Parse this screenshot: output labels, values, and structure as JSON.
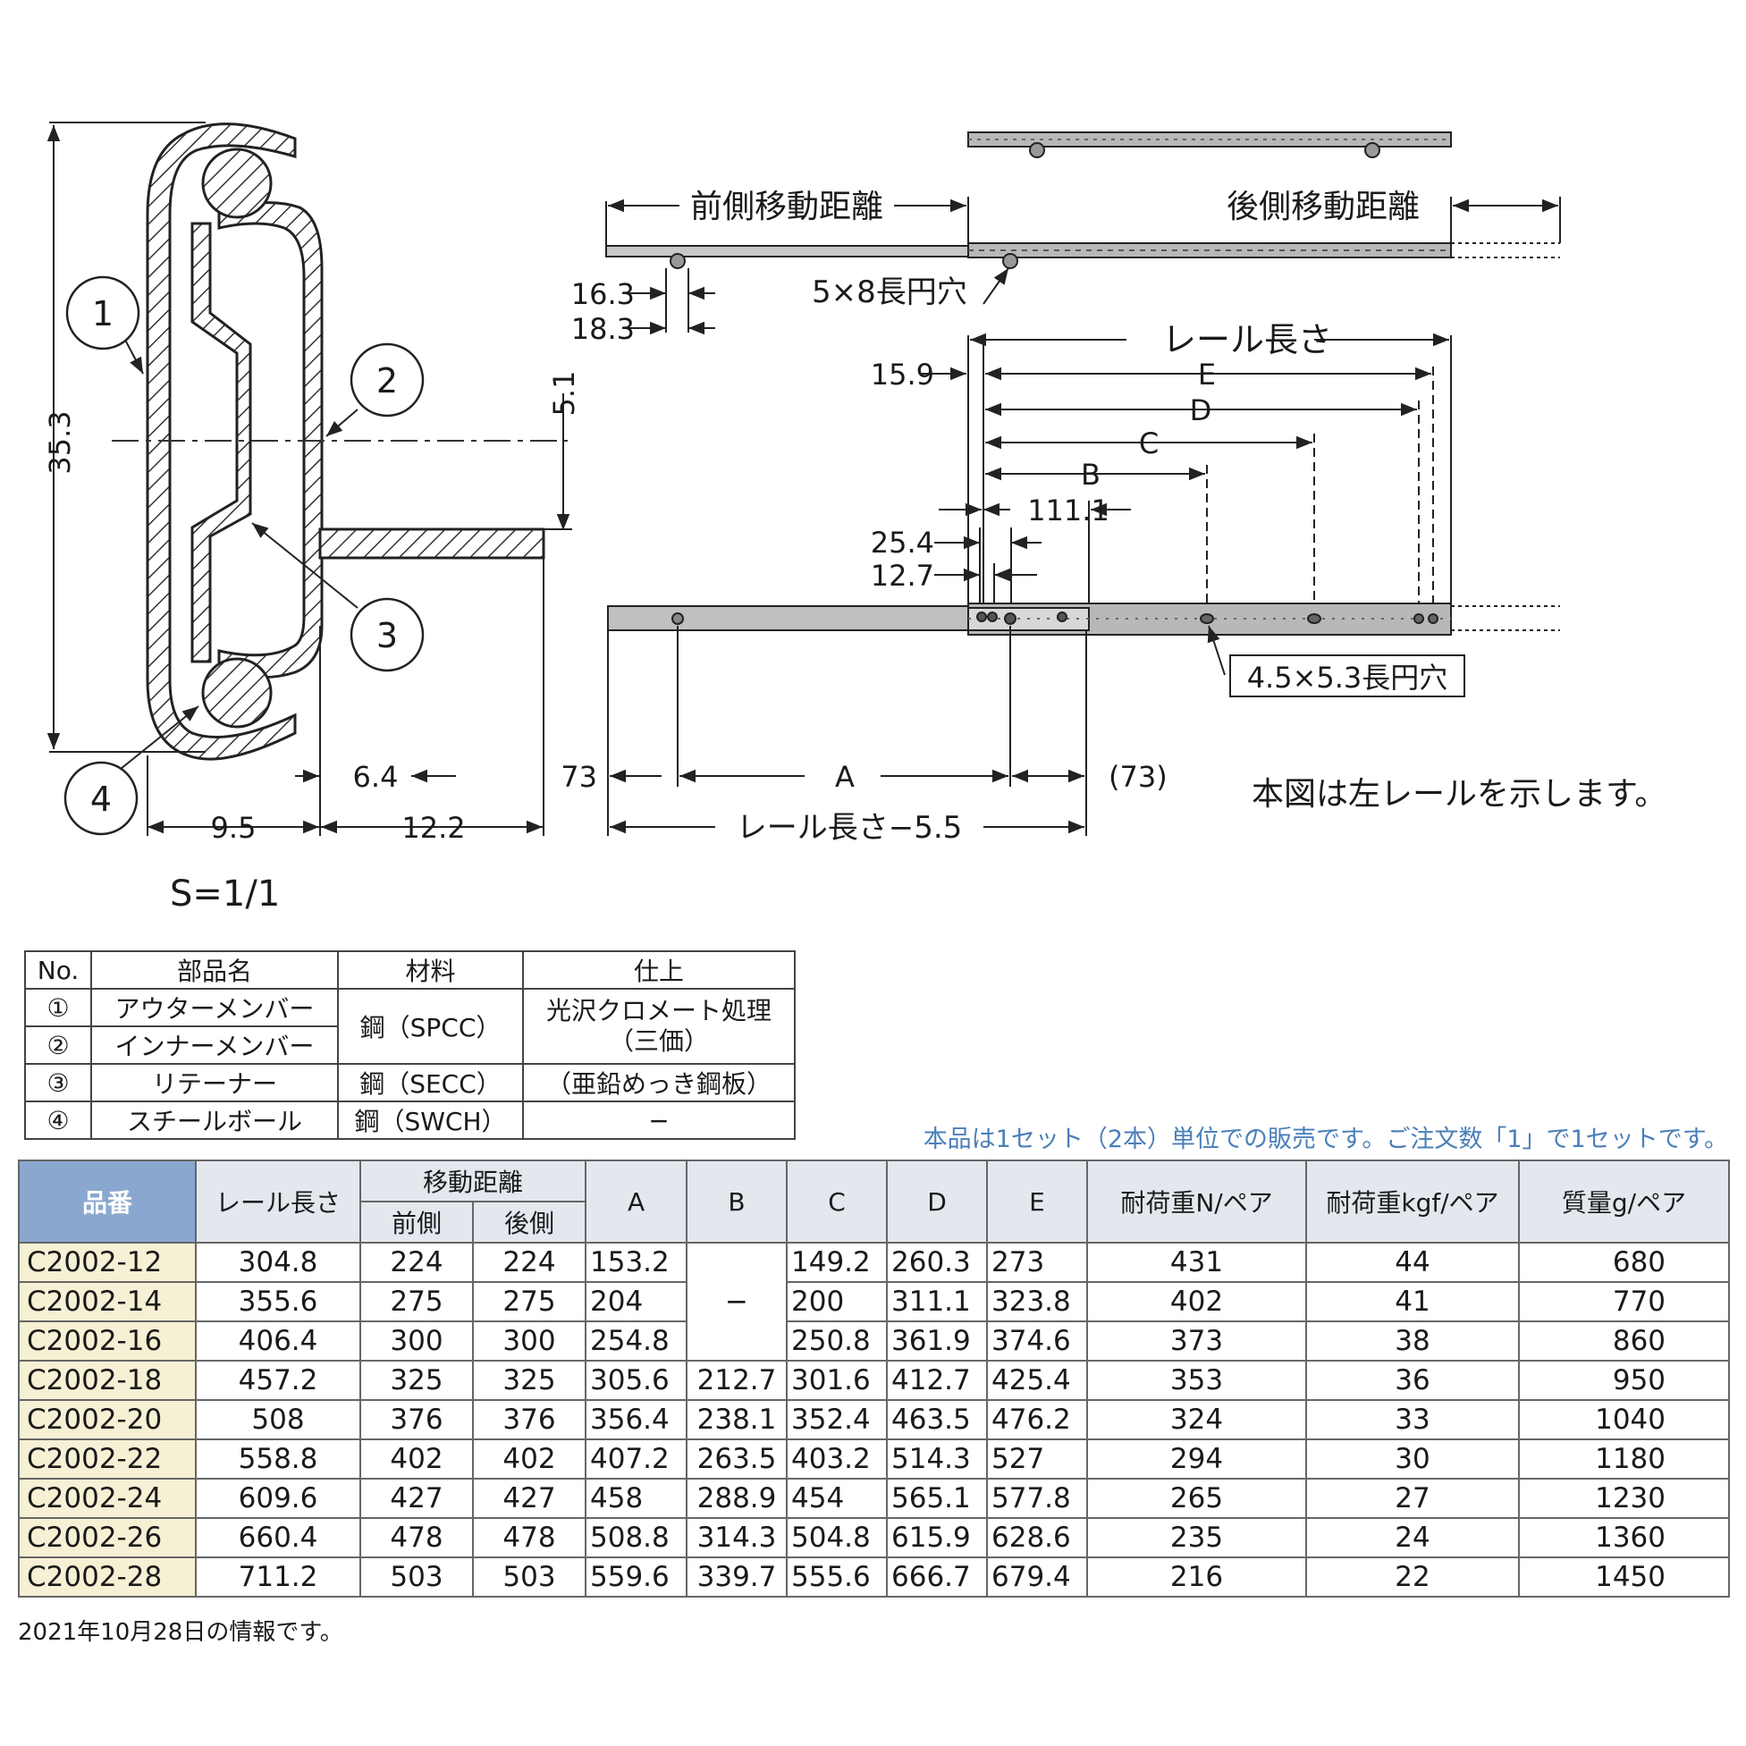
{
  "drawing": {
    "callouts": [
      "1",
      "2",
      "3",
      "4"
    ],
    "cross_section_dims": {
      "height": "35.3",
      "offset": "5.1",
      "depth_a": "6.4",
      "width_a": "9.5",
      "width_b": "12.2"
    },
    "scale": "S=1/1",
    "top_view": {
      "front_travel": "前側移動距離",
      "rear_travel": "後側移動距離",
      "d1": "16.3",
      "d2": "18.3",
      "slot_a": "5×8長円穴"
    },
    "side_view": {
      "rail_length": "レール長さ",
      "d_15_9": "15.9",
      "E": "E",
      "D": "D",
      "C": "C",
      "B": "B",
      "d_111_1": "111.1",
      "d_25_4": "25.4",
      "d_12_7": "12.7",
      "slot_b": "4.5×5.3長円穴",
      "d_73": "73",
      "A": "A",
      "d_73_paren": "(73)",
      "rail_length_minus": "レール長さ−5.5",
      "left_rail_note": "本図は左レールを示します。"
    }
  },
  "parts_table": {
    "headers": [
      "No.",
      "部品名",
      "材料",
      "仕上"
    ],
    "rows": [
      {
        "no": "①",
        "name": "アウターメンバー"
      },
      {
        "no": "②",
        "name": "インナーメンバー"
      },
      {
        "no": "③",
        "name": "リテーナー"
      },
      {
        "no": "④",
        "name": "スチールボール"
      }
    ],
    "material_12": "鋼（SPCC）",
    "finish_12_line1": "光沢クロメート処理",
    "finish_12_line2": "（三価）",
    "material_3": "鋼（SECC）",
    "finish_3": "（亜鉛めっき鋼板）",
    "material_4": "鋼（SWCH）",
    "finish_4": "−"
  },
  "sales_note": "本品は1セット（2本）単位での販売です。ご注文数「1」で1セットです。",
  "spec_table": {
    "headers": {
      "part_no": "品番",
      "rail_length": "レール長さ",
      "travel": "移動距離",
      "front": "前側",
      "rear": "後側",
      "A": "A",
      "B": "B",
      "C": "C",
      "D": "D",
      "E": "E",
      "load_n": "耐荷重N/ペア",
      "load_kgf": "耐荷重kgf/ペア",
      "mass": "質量g/ペア"
    },
    "b_dash": "−",
    "rows": [
      [
        "C2002-12",
        "304.8",
        "224",
        "224",
        "153.2",
        "",
        "149.2",
        "260.3",
        "273",
        "431",
        "44",
        "680"
      ],
      [
        "C2002-14",
        "355.6",
        "275",
        "275",
        "204",
        "",
        "200",
        "311.1",
        "323.8",
        "402",
        "41",
        "770"
      ],
      [
        "C2002-16",
        "406.4",
        "300",
        "300",
        "254.8",
        "",
        "250.8",
        "361.9",
        "374.6",
        "373",
        "38",
        "860"
      ],
      [
        "C2002-18",
        "457.2",
        "325",
        "325",
        "305.6",
        "212.7",
        "301.6",
        "412.7",
        "425.4",
        "353",
        "36",
        "950"
      ],
      [
        "C2002-20",
        "508",
        "376",
        "376",
        "356.4",
        "238.1",
        "352.4",
        "463.5",
        "476.2",
        "324",
        "33",
        "1040"
      ],
      [
        "C2002-22",
        "558.8",
        "402",
        "402",
        "407.2",
        "263.5",
        "403.2",
        "514.3",
        "527",
        "294",
        "30",
        "1180"
      ],
      [
        "C2002-24",
        "609.6",
        "427",
        "427",
        "458",
        "288.9",
        "454",
        "565.1",
        "577.8",
        "265",
        "27",
        "1230"
      ],
      [
        "C2002-26",
        "660.4",
        "478",
        "478",
        "508.8",
        "314.3",
        "504.8",
        "615.9",
        "628.6",
        "235",
        "24",
        "1360"
      ],
      [
        "C2002-28",
        "711.2",
        "503",
        "503",
        "559.6",
        "339.7",
        "555.6",
        "666.7",
        "679.4",
        "216",
        "22",
        "1450"
      ]
    ]
  },
  "footnote": "2021年10月28日の情報です。"
}
